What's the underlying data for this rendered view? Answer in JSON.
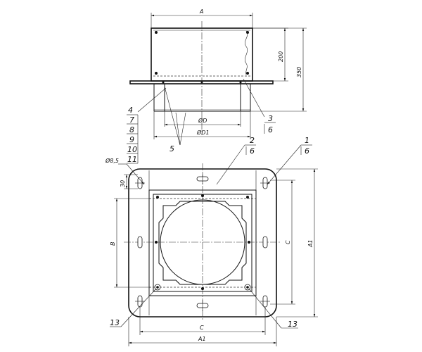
{
  "dimensions": {
    "a": "A",
    "h200": "200",
    "h350": "350",
    "d": "ØD",
    "d1": "ØD1",
    "hole": "Ø8,5",
    "d30": "30",
    "b": "B",
    "c_right": "C",
    "a1_right": "A1",
    "c_bottom": "C",
    "a1_bottom": "A1"
  },
  "callouts": {
    "c3_top": "3",
    "c3_bottom": "6",
    "c4": [
      "4",
      "7",
      "8",
      "9",
      "10",
      "11"
    ],
    "c5": "5",
    "c2_top": "2",
    "c2_bottom": "6",
    "c1_top": "1",
    "c1_bottom": "6",
    "c13_left": "13",
    "c13_right": "13"
  }
}
